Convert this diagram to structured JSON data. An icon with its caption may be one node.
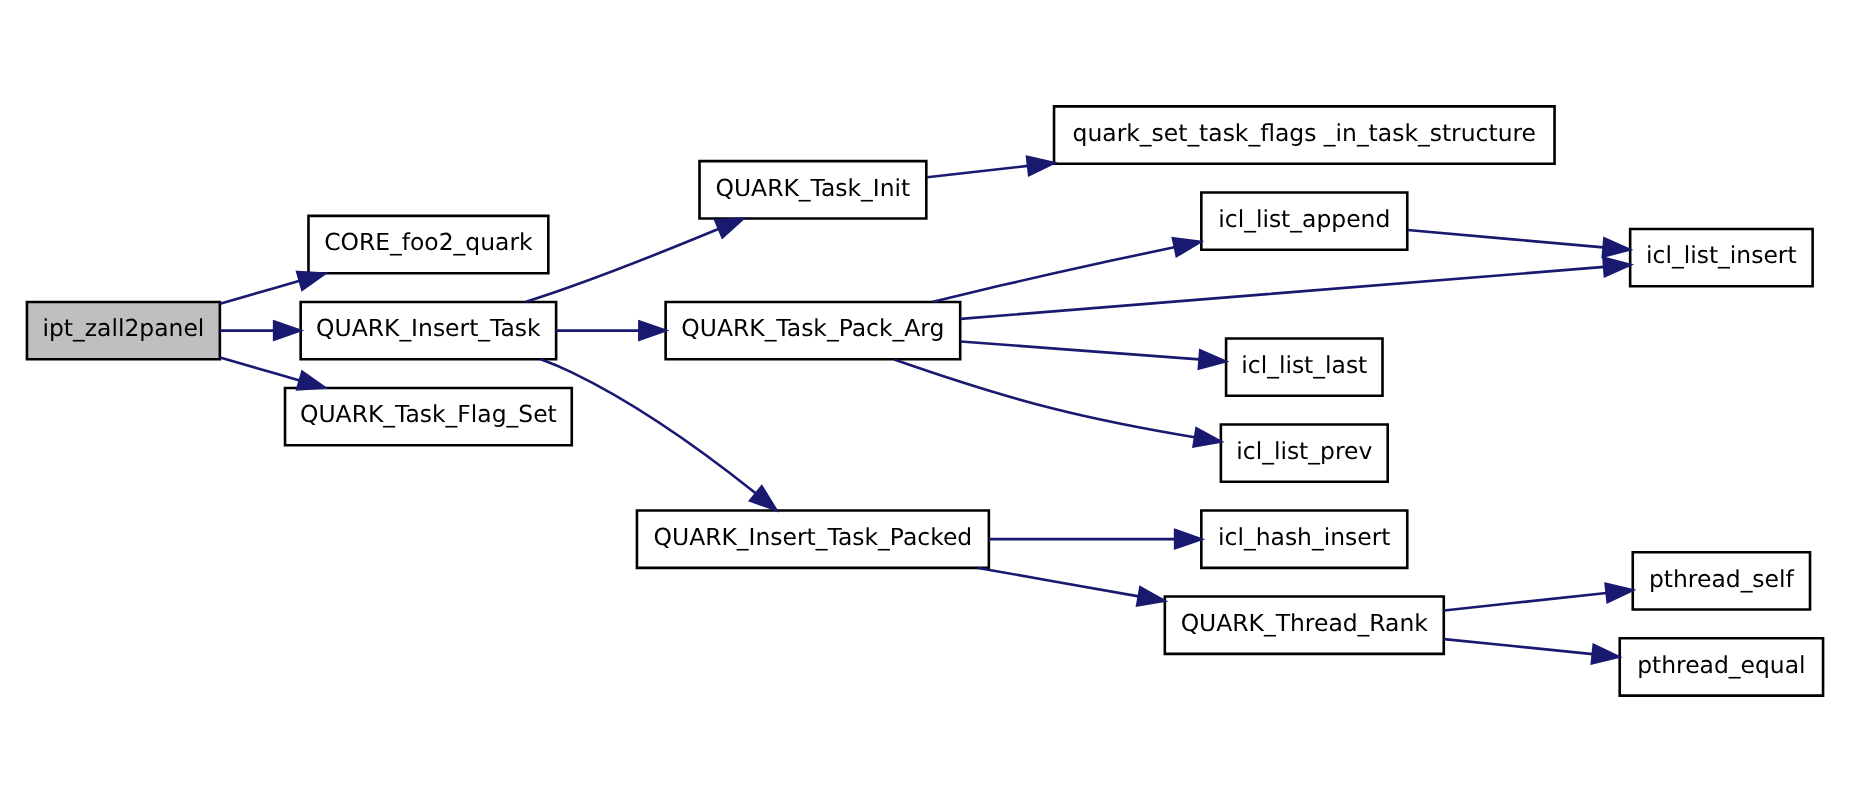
{
  "diagram": {
    "nodes": [
      {
        "text": [
          "ipt_zall2panel"
        ]
      },
      {
        "text": [
          "CORE_foo2_quark"
        ]
      },
      {
        "text": [
          "QUARK_Insert_Task"
        ]
      },
      {
        "text": [
          "QUARK_Task_Flag_Set"
        ]
      },
      {
        "text": [
          "QUARK_Task_Init"
        ]
      },
      {
        "text": [
          "QUARK_Task_Pack_Arg"
        ]
      },
      {
        "text": [
          "QUARK_Insert_Task_Packed"
        ]
      },
      {
        "text": [
          "quark_set_task_flags _in_task_structure"
        ]
      },
      {
        "text": [
          "icl_list_append"
        ]
      },
      {
        "text": [
          "icl_list_insert"
        ]
      },
      {
        "text": [
          "icl_list_last"
        ]
      },
      {
        "text": [
          "icl_list_prev"
        ]
      },
      {
        "text": [
          "icl_hash_insert"
        ]
      },
      {
        "text": [
          "QUARK_Thread_Rank"
        ]
      },
      {
        "text": [
          "pthread_self"
        ]
      },
      {
        "text": [
          "pthread_equal"
        ]
      }
    ],
    "edges": [
      {
        "from": 0,
        "to": 1,
        "arrow": "to"
      },
      {
        "from": 0,
        "to": 2,
        "arrow": "to"
      },
      {
        "from": 0,
        "to": 3,
        "arrow": "to"
      },
      {
        "from": 2,
        "to": 4,
        "arrow": "to"
      },
      {
        "from": 2,
        "to": 5,
        "arrow": "to"
      },
      {
        "from": 2,
        "to": 6,
        "arrow": "to"
      },
      {
        "from": 4,
        "to": 7,
        "arrow": "to"
      },
      {
        "from": 5,
        "to": 8,
        "arrow": "to"
      },
      {
        "from": 5,
        "to": 9,
        "arrow": "to"
      },
      {
        "from": 5,
        "to": 10,
        "arrow": "to"
      },
      {
        "from": 5,
        "to": 11,
        "arrow": "to"
      },
      {
        "from": 8,
        "to": 9,
        "arrow": "to"
      },
      {
        "from": 6,
        "to": 12,
        "arrow": "to"
      },
      {
        "from": 6,
        "to": 13,
        "arrow": "to"
      },
      {
        "from": 13,
        "to": 14,
        "arrow": "to"
      },
      {
        "from": 13,
        "to": 15,
        "arrow": "to"
      }
    ]
  }
}
